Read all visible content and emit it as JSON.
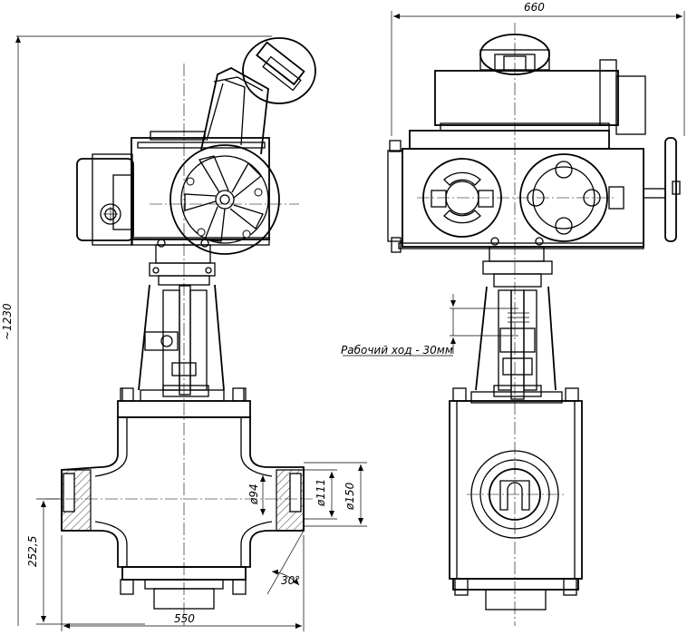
{
  "dimensions": {
    "overall_width_side": "660",
    "overall_height": "~1230",
    "body_width": "550",
    "axis_height": "252,5",
    "inner_dia": "ø94",
    "bore_dia": "ø111",
    "outer_dia": "ø150",
    "bevel_angle": "30°",
    "stroke": "Рабочий ход - 30мм"
  },
  "colors": {
    "ink": "#000000",
    "paper": "#ffffff"
  }
}
